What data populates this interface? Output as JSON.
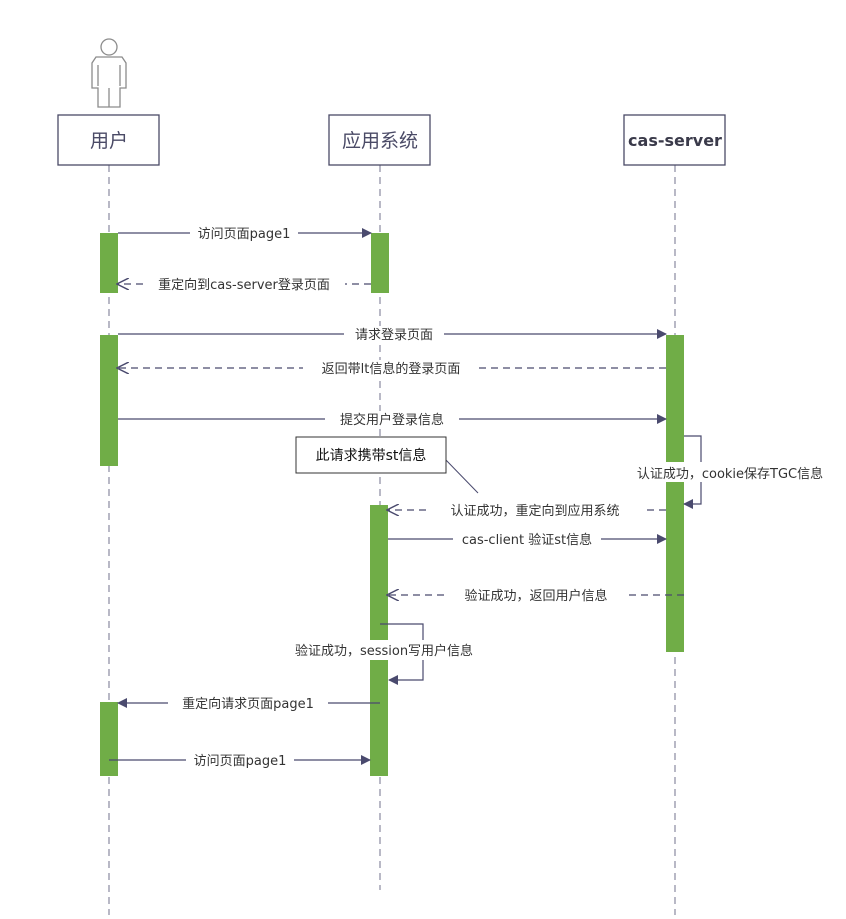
{
  "participants": [
    {
      "id": "user",
      "label": "用户"
    },
    {
      "id": "app",
      "label": "应用系统"
    },
    {
      "id": "cas",
      "label": "cas-server"
    }
  ],
  "messages": [
    {
      "label": "访问页面page1",
      "from": "user",
      "to": "app",
      "style": "solid"
    },
    {
      "label": "重定向到cas-server登录页面",
      "from": "app",
      "to": "user",
      "style": "dashed"
    },
    {
      "label": "请求登录页面",
      "from": "user",
      "to": "cas",
      "style": "solid"
    },
    {
      "label": "返回带lt信息的登录页面",
      "from": "cas",
      "to": "user",
      "style": "dashed"
    },
    {
      "label": "提交用户登录信息",
      "from": "user",
      "to": "cas",
      "style": "solid"
    },
    {
      "label": "认证成功，cookie保存TGC信息",
      "from": "cas",
      "to": "cas",
      "style": "self"
    },
    {
      "label": "认证成功，重定向到应用系统",
      "from": "cas",
      "to": "app",
      "style": "dashed"
    },
    {
      "label": "cas-client 验证st信息",
      "from": "app",
      "to": "cas",
      "style": "solid"
    },
    {
      "label": "验证成功，返回用户信息",
      "from": "cas",
      "to": "app",
      "style": "dashed"
    },
    {
      "label": "验证成功，session写用户信息",
      "from": "app",
      "to": "app",
      "style": "self"
    },
    {
      "label": "重定向请求页面page1",
      "from": "app",
      "to": "user",
      "style": "solid"
    },
    {
      "label": "访问页面page1",
      "from": "user",
      "to": "app",
      "style": "solid"
    }
  ],
  "note": {
    "label": "此请求携带st信息"
  },
  "colors": {
    "activation": "#70ad47",
    "arrow": "#4a4a6e",
    "lifeline": "#8a8aa0",
    "header_border": "#4a4a66",
    "actor": "#8c8c8c"
  }
}
